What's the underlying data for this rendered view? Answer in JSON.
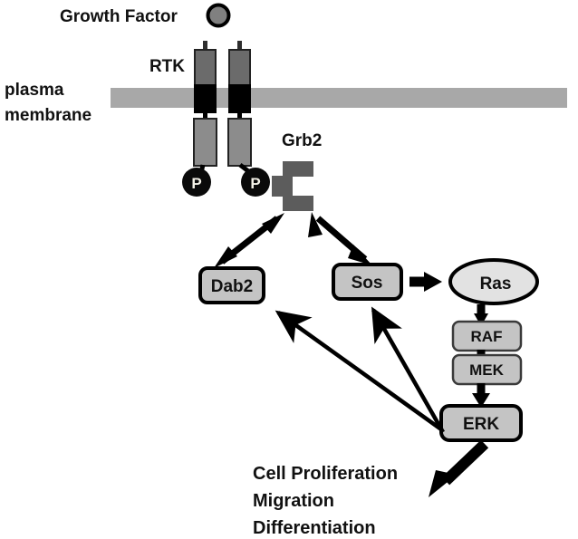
{
  "diagram": {
    "title_labels": {
      "growth_factor": "Growth Factor",
      "rtk": "RTK",
      "plasma_membrane_line1": "plasma",
      "plasma_membrane_line2": "membrane",
      "grb2": "Grb2"
    },
    "phospho_marks": [
      {
        "label": "P"
      },
      {
        "label": "P"
      }
    ],
    "nodes": [
      {
        "id": "dab2",
        "label": "Dab2",
        "shape": "rounded-rect"
      },
      {
        "id": "sos",
        "label": "Sos",
        "shape": "rounded-rect"
      },
      {
        "id": "ras",
        "label": "Ras",
        "shape": "ellipse"
      },
      {
        "id": "raf",
        "label": "RAF",
        "shape": "rounded-rect"
      },
      {
        "id": "mek",
        "label": "MEK",
        "shape": "rounded-rect"
      },
      {
        "id": "erk",
        "label": "ERK",
        "shape": "rounded-rect"
      }
    ],
    "outcomes": [
      "Cell Proliferation",
      "Migration",
      "Differentiation"
    ],
    "colors": {
      "membrane": "#a8a8a8",
      "receptor_extracellular": "#6b6b6b",
      "receptor_transmembrane": "#000000",
      "receptor_intracellular": "#8c8c8c",
      "grb2": "#5c5c5c",
      "growth_factor_fill": "#808080",
      "node_fill": "#c4c4c4",
      "ras_fill": "#e2e2e2",
      "stroke": "#000000",
      "text": "#111111",
      "phospho_fill": "#0a0a0a",
      "phospho_text": "#f4f2e8"
    }
  }
}
